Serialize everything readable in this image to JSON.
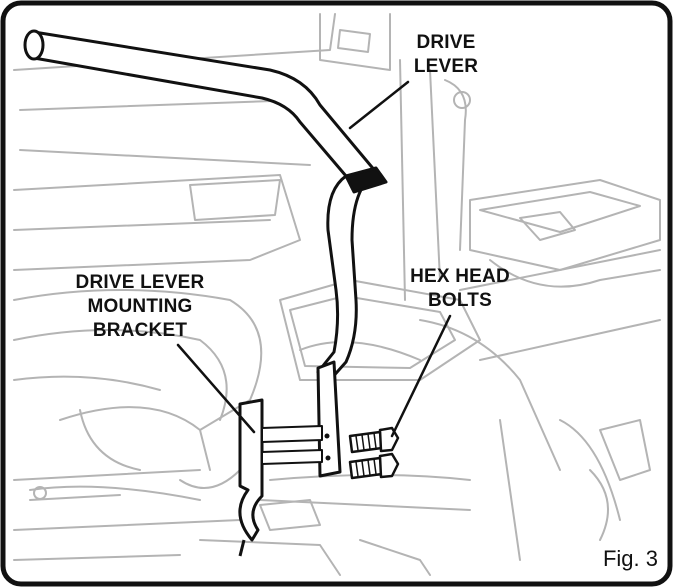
{
  "figure": {
    "caption": "Fig. 3"
  },
  "labels": {
    "drive_lever": [
      "DRIVE",
      "LEVER"
    ],
    "drive_lever_mounting_bracket": [
      "DRIVE LEVER",
      "MOUNTING",
      "BRACKET"
    ],
    "hex_head_bolts": [
      "HEX HEAD",
      "BOLTS"
    ]
  },
  "colors": {
    "ink": "#111111",
    "background_line": "#b4b4b4",
    "lever_fill": "#ffffff"
  }
}
